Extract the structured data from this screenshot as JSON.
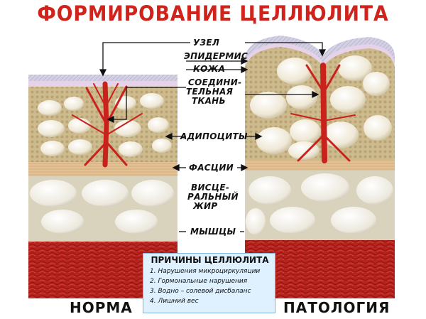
{
  "title": "ФОРМИРОВАНИЕ ЦЕЛЛЮЛИТА",
  "labels": {
    "node": "УЗЕЛ",
    "epidermis": "ЭПИДЕРМИС",
    "skin": "КОЖА",
    "connective_1": "СОЕДИНИ-",
    "connective_2": "ТЕЛЬНАЯ",
    "connective_3": "ТКАНЬ",
    "adipocytes": "АДИПОЦИТЫ",
    "fascia": "ФАСЦИИ",
    "visceral_1": "ВИСЦЕ-",
    "visceral_2": "РАЛЬНЫЙ",
    "visceral_3": "ЖИР",
    "muscles": "МЫШЦЫ"
  },
  "causes": {
    "title": "ПРИЧИНЫ ЦЕЛЛЮЛИТА",
    "items": [
      "1. Нарушения микроциркуляции",
      "2. Гормональные нарушения",
      "3. Водно – солевой дисбаланс",
      "4. Лишний вес"
    ]
  },
  "footer": {
    "normal": "НОРМА",
    "pathology": "ПАТОЛОГИЯ"
  },
  "colors": {
    "title": "#d0231b",
    "muscle": "#b8231d",
    "fat_cell": "#f2ecdc",
    "fascia": "#e0bb8a",
    "epidermis": "#c9c6dc",
    "causes_bg": "#dff0ff"
  }
}
